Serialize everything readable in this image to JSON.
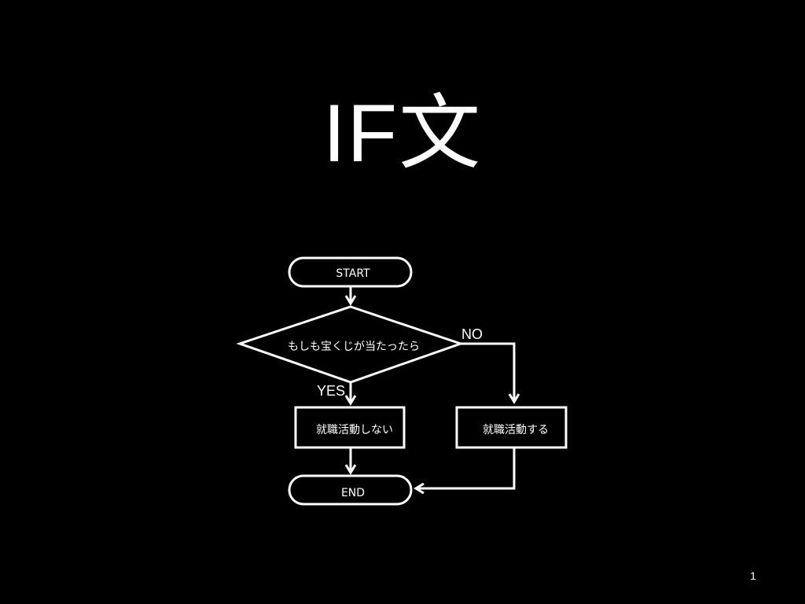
{
  "slide": {
    "title": "IF文",
    "page_number": "1"
  },
  "flowchart": {
    "start_label": "START",
    "decision_label": "もしも宝くじが当たったら",
    "no_label": "NO",
    "yes_label": "YES",
    "yes_action_label": "就職活動しない",
    "no_action_label": "就職活動する",
    "end_label": "END"
  },
  "colors": {
    "background": "#000000",
    "foreground": "#ffffff"
  }
}
